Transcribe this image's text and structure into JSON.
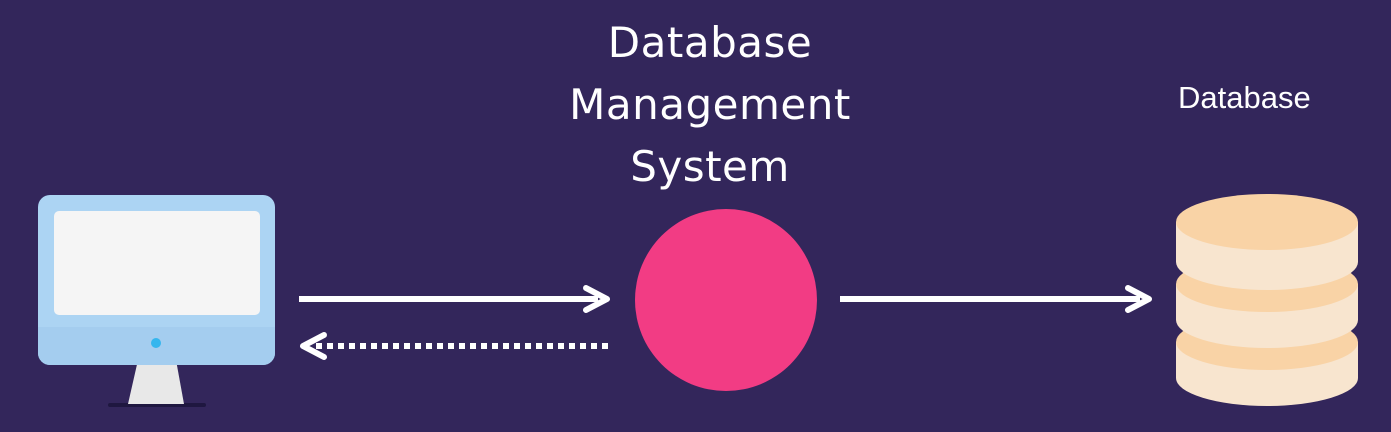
{
  "diagram": {
    "dbms_label_lines": [
      "Database",
      "Management",
      "System"
    ],
    "database_label": "Database",
    "colors": {
      "background": "#33265b",
      "dbms_node": "#f23c84",
      "arrow": "#ffffff",
      "monitor_frame": "#acd4f3",
      "monitor_screen": "#f5f5f5",
      "monitor_stand": "#e8e8e8",
      "monitor_led": "#35b6ee",
      "db_top": "#f9d3a6",
      "db_side": "#f8e5cf"
    }
  }
}
